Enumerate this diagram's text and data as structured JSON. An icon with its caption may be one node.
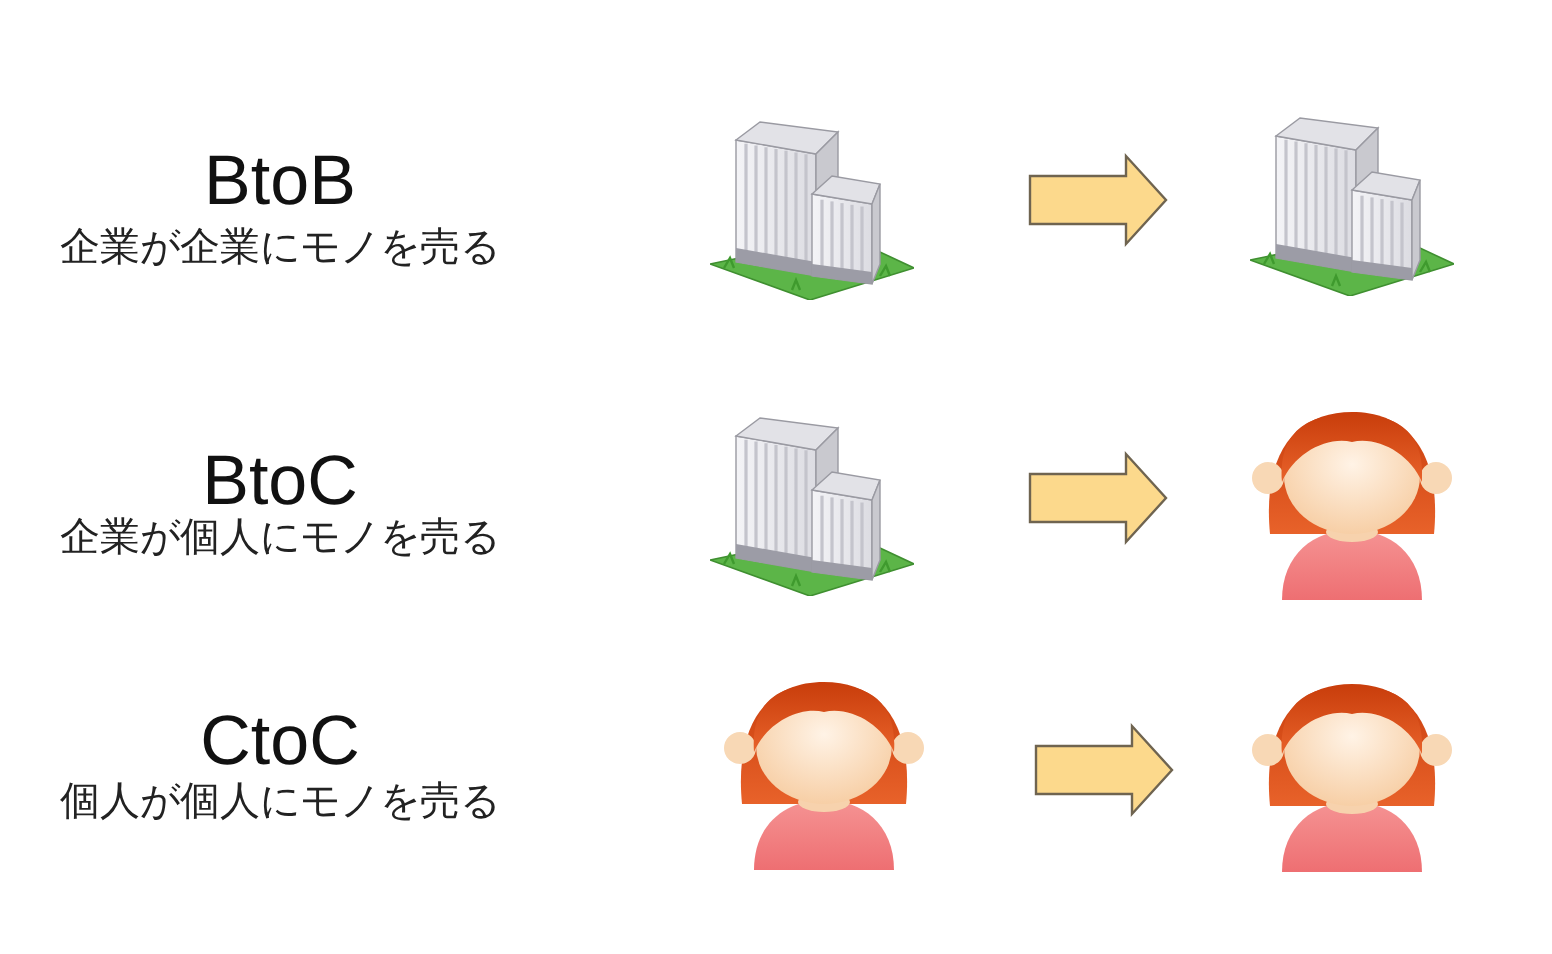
{
  "diagram": {
    "nodes": [
      {
        "text": [],
        "shape": "building"
      },
      {
        "text": [],
        "shape": "building"
      },
      {
        "text": [],
        "shape": "building"
      },
      {
        "text": [],
        "shape": "person"
      },
      {
        "text": [],
        "shape": "person"
      },
      {
        "text": [],
        "shape": "person"
      }
    ],
    "edges": [
      {
        "from": 0,
        "to": 1,
        "arrow": "to"
      },
      {
        "from": 2,
        "to": 3,
        "arrow": "to"
      },
      {
        "from": 4,
        "to": 5,
        "arrow": "to"
      }
    ],
    "labels": [
      "BtoB",
      "企業が企業にモノを売る",
      "BtoC",
      "企業が個人にモノを売る",
      "CtoC",
      "個人が個人にモノを売る"
    ]
  }
}
